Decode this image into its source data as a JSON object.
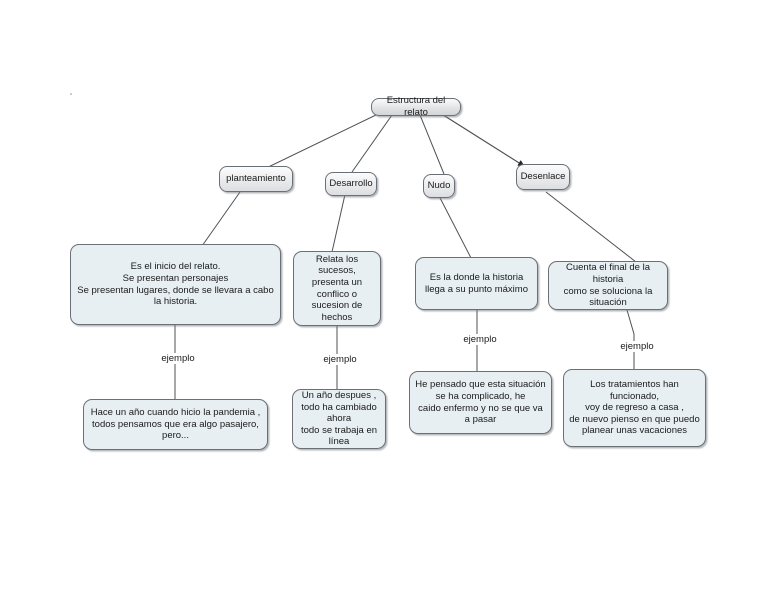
{
  "diagram": {
    "title": "Estructura del relato",
    "type": "concept-map",
    "background_color": "#ffffff",
    "node_fill_gray": "#e3e4e6",
    "node_fill_blue": "#e8eff3",
    "node_border_color": "#6b7076",
    "edge_color": "#4e5257"
  },
  "root": {
    "label": "Estructura del relato"
  },
  "stages": [
    {
      "label": "planteamiento",
      "description": "Es el inicio del relato.\nSe presentan personajes\nSe presentan lugares, donde se llevara a cabo la historia.",
      "link_label": "ejemplo",
      "example": "Hace un año cuando hicio la pandemia ,\ntodos pensamos que era algo pasajero, pero..."
    },
    {
      "label": "Desarrollo",
      "description": "Relata los sucesos,\npresenta un conflico  o\nsucesion de hechos",
      "link_label": "ejemplo",
      "example": "Un año despues ,\ntodo ha cambiado ahora\ntodo se trabaja en línea"
    },
    {
      "label": "Nudo",
      "description": "Es la donde la historia\nllega a su punto máximo",
      "link_label": "ejemplo",
      "example": "He pensado que esta situación\nse ha complicado, he\ncaido enfermo y no se que va a pasar"
    },
    {
      "label": "Desenlace",
      "description": "Cuenta el final de la historia\ncomo se soluciona la situación",
      "link_label": "ejemplo",
      "example": "Los tratamientos han funcionado,\nvoy de regreso a casa ,\nde nuevo  pienso en que puedo\nplanear unas vacaciones"
    }
  ]
}
